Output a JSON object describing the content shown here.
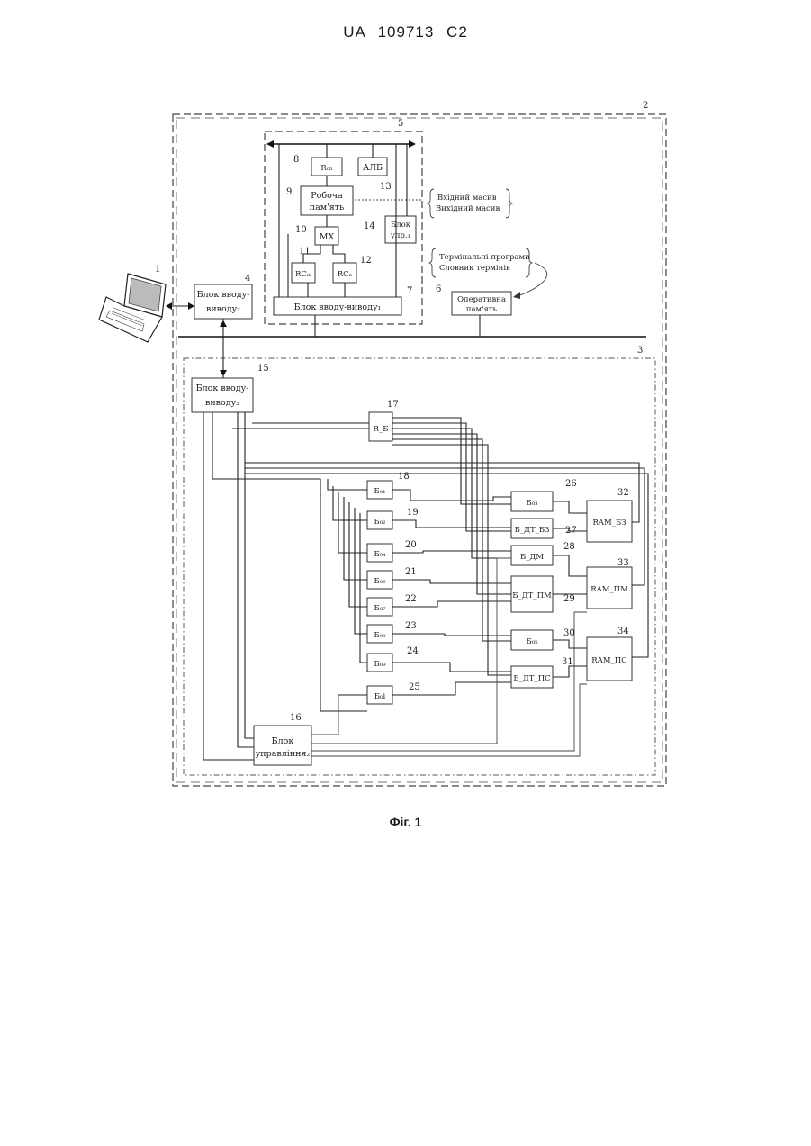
{
  "header": "UA   109713   C2",
  "caption": "Фіг. 1",
  "numbers": {
    "n1": "1",
    "n2": "2",
    "n3": "3",
    "n4": "4",
    "n5": "5",
    "n6": "6",
    "n7": "7",
    "n8": "8",
    "n9": "9",
    "n10": "10",
    "n11": "11",
    "n12": "12",
    "n13": "13",
    "n14": "14",
    "n15": "15",
    "n16": "16",
    "n17": "17",
    "n18": "18",
    "n19": "19",
    "n20": "20",
    "n21": "21",
    "n22": "22",
    "n23": "23",
    "n24": "24",
    "n25": "25",
    "n26": "26",
    "n27": "27",
    "n28": "28",
    "n29": "29",
    "n30": "30",
    "n31": "31",
    "n32": "32",
    "n33": "33",
    "n34": "34"
  },
  "labels": {
    "io2_l1": "Блок вводу-",
    "io2_l2": "виводу₂",
    "io1": "Блок вводу-виводу₁",
    "io3_l1": "Блок вводу-",
    "io3_l2": "виводу₃",
    "rop": "Rₒₙ",
    "alb": "АЛБ",
    "wm_l1": "Робоча",
    "wm_l2": "пам'ять",
    "ctrl1_l1": "Блок",
    "ctrl1_l2": "упр.₁",
    "mx": "МХ",
    "rcm": "RCₘ",
    "rcn": "RCₙ",
    "ram_l1": "Оперативна",
    "ram_l2": "пам'ять",
    "in_array": "Вхідний масив",
    "out_array": "Вихідний масив",
    "term_prog": "Термінальні програми",
    "term_dict": "Словник термінів",
    "rb": "R_Б",
    "b01": "Б₀₁",
    "b02": "Б₀₂",
    "b04": "Б₀₄",
    "b06": "Б₀₆",
    "b07": "Б₀₇",
    "b08": "Б₀₈",
    "b09": "Б₀₉",
    "boi": "Б₀і",
    "b03": "Б₀₃",
    "bdt_bz": "Б_ДТ_БЗ",
    "bdm": "Б_ДМ",
    "bdt_pm": "Б_ДТ_ПМ",
    "b05": "Б₀₅",
    "bdt_ps": "Б_ДТ_ПС",
    "ram_bz": "RAM_БЗ",
    "ram_pm": "RAM_ПМ",
    "ram_ps": "RAM_ПС",
    "ctrl2_l1": "Блок",
    "ctrl2_l2": "управління₂"
  },
  "icons": {
    "computer": "laptop-icon"
  }
}
